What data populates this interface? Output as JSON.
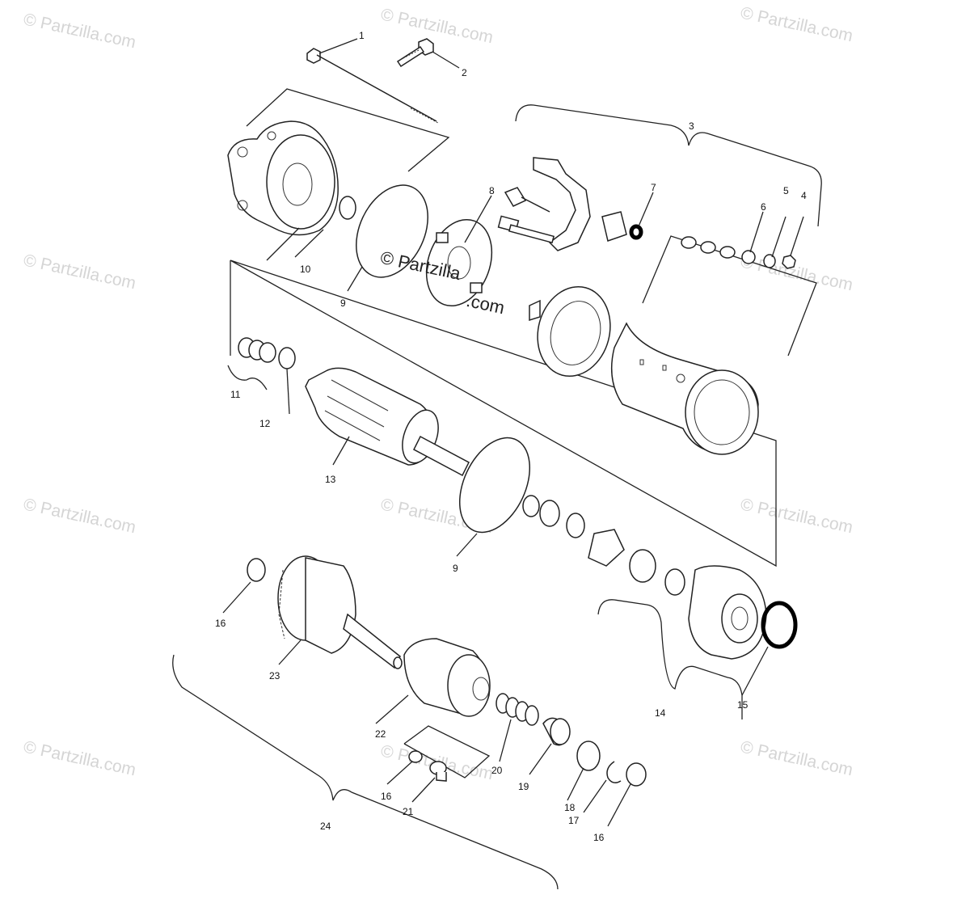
{
  "watermark": {
    "text": "© Partzilla.com",
    "color": "#d5d5d5"
  },
  "center_watermark": {
    "line1": "© Partzilla",
    "line2": ".com"
  },
  "callouts": {
    "c1": "1",
    "c2": "2",
    "c3": "3",
    "c4": "4",
    "c5": "5",
    "c6": "6",
    "c7": "7",
    "c8": "8",
    "c9a": "9",
    "c9b": "9",
    "c10": "10",
    "c11": "11",
    "c12": "12",
    "c13": "13",
    "c14": "14",
    "c15": "15",
    "c16a": "16",
    "c16b": "16",
    "c16c": "16",
    "c17": "17",
    "c18": "18",
    "c19": "19",
    "c20": "20",
    "c21": "21",
    "c22": "22",
    "c23": "23",
    "c24": "24"
  },
  "colors": {
    "line": "#222222",
    "background": "#ffffff"
  }
}
